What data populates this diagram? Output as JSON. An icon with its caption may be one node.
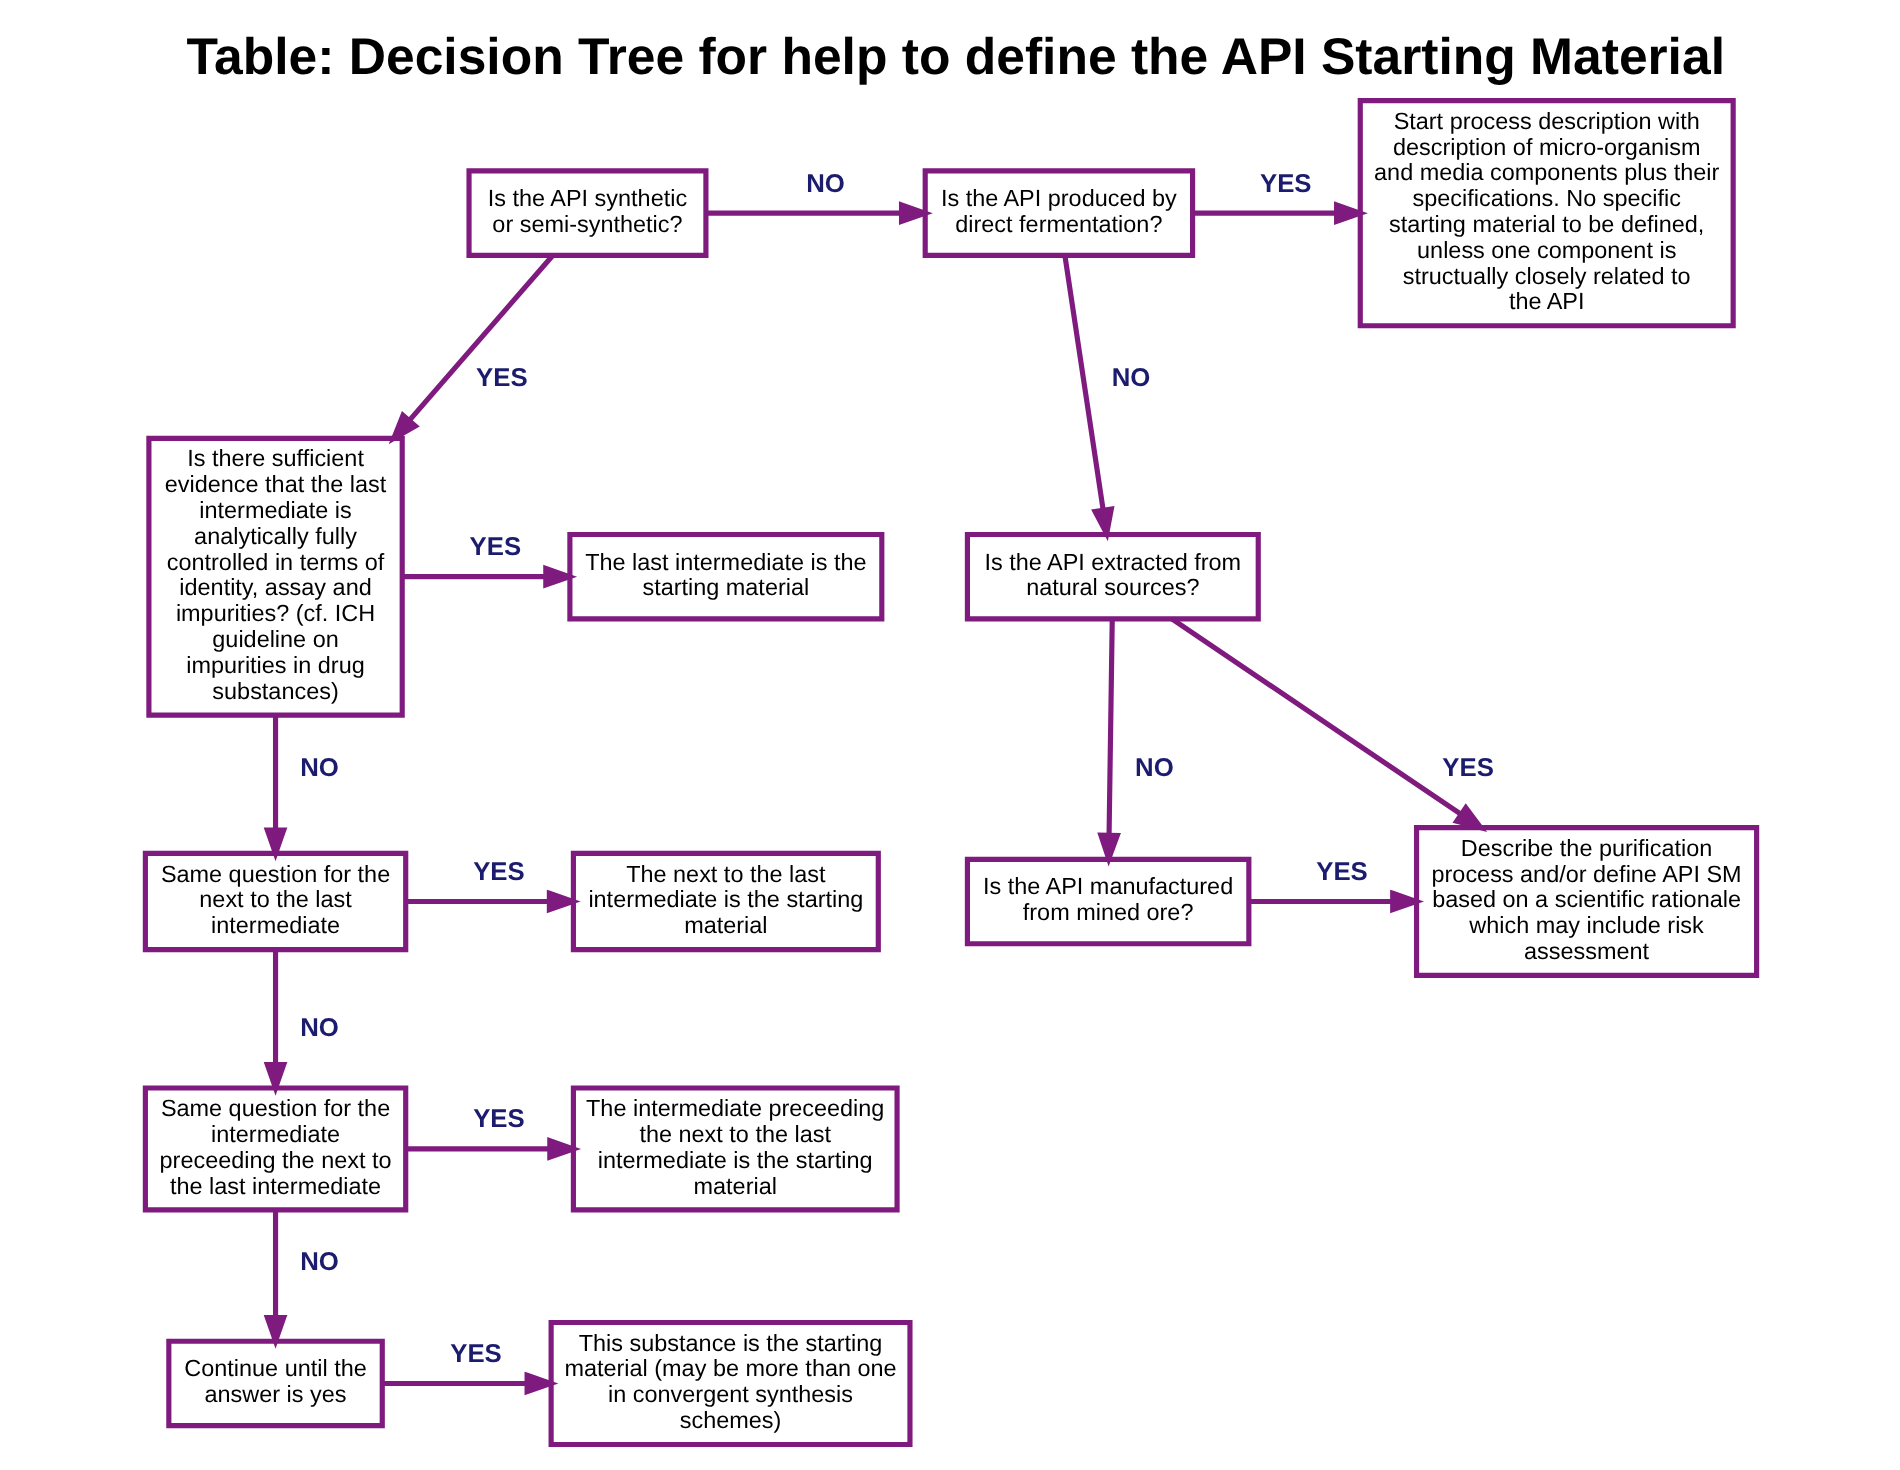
{
  "diagram": {
    "title": "Table: Decision Tree for help to define the API Starting Material",
    "nodes": [
      {
        "text": [
          "Is the API synthetic or semi-synthetic?"
        ]
      },
      {
        "text": [
          "Is there sufficient evidence that the last intermediate is analytically fully controlled in terms of identity, assay and impurities? (cf. ICH guideline on impurities in drug substances)"
        ]
      },
      {
        "text": [
          "The last intermediate is the starting material"
        ]
      },
      {
        "text": [
          "Same question for the next to the last intermediate"
        ]
      },
      {
        "text": [
          "The next to the last intermediate is the starting material"
        ]
      },
      {
        "text": [
          "Same question for the intermediate preceeding the next to the last intermediate"
        ]
      },
      {
        "text": [
          "The intermediate preceeding the next to the last intermediate is the starting material"
        ]
      },
      {
        "text": [
          "Continue until the answer is yes"
        ]
      },
      {
        "text": [
          "This substance is the starting material (may be more than one in convergent synthesis schemes)"
        ]
      },
      {
        "text": [
          "Is the API produced by direct fermentation?"
        ]
      },
      {
        "text": [
          "Start process description with description of micro-organism and media components plus their specifications. No specific starting material to be defined, unless one component is structually closely related to the API"
        ]
      },
      {
        "text": [
          "Is the API extracted from natural sources?"
        ]
      },
      {
        "text": [
          "Is the API manufactured from mined ore?"
        ]
      },
      {
        "text": [
          "Describe the purification process and/or define API SM based on a scientific rationale which may include risk assessment"
        ]
      }
    ],
    "edges": [
      {
        "from": 0,
        "to": 1,
        "arrow": "to",
        "label": "YES"
      },
      {
        "from": 0,
        "to": 9,
        "arrow": "to",
        "label": "NO"
      },
      {
        "from": 1,
        "to": 2,
        "arrow": "to",
        "label": "YES"
      },
      {
        "from": 1,
        "to": 3,
        "arrow": "to",
        "label": "NO"
      },
      {
        "from": 3,
        "to": 4,
        "arrow": "to",
        "label": "YES"
      },
      {
        "from": 3,
        "to": 5,
        "arrow": "to",
        "label": "NO"
      },
      {
        "from": 5,
        "to": 6,
        "arrow": "to",
        "label": "YES"
      },
      {
        "from": 5,
        "to": 7,
        "arrow": "to",
        "label": "NO"
      },
      {
        "from": 7,
        "to": 8,
        "arrow": "to",
        "label": "YES"
      },
      {
        "from": 9,
        "to": 10,
        "arrow": "to",
        "label": "YES"
      },
      {
        "from": 9,
        "to": 11,
        "arrow": "to",
        "label": "NO"
      },
      {
        "from": 11,
        "to": 13,
        "arrow": "to",
        "label": "YES"
      },
      {
        "from": 11,
        "to": 12,
        "arrow": "to",
        "label": "NO"
      },
      {
        "from": 12,
        "to": 13,
        "arrow": "to",
        "label": "YES"
      }
    ]
  }
}
